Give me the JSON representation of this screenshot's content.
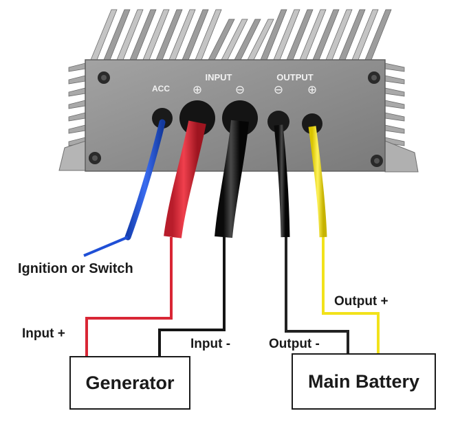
{
  "device": {
    "port_labels": {
      "acc": "ACC",
      "input": "INPUT",
      "output": "OUTPUT"
    },
    "polarity": {
      "input_pos": "⊕",
      "input_neg": "⊖",
      "output_neg": "⊖",
      "output_pos": "⊕"
    }
  },
  "wire_labels": {
    "ignition": "Ignition or Switch",
    "input_pos": "Input +",
    "input_neg": "Input -",
    "output_neg": "Output -",
    "output_pos": "Output +"
  },
  "boxes": {
    "generator": "Generator",
    "main_battery": "Main Battery"
  },
  "colors": {
    "acc_wire": "#1f4fd6",
    "input_pos_wire": "#d92635",
    "input_neg_wire": "#151515",
    "output_neg_wire": "#222222",
    "output_pos_wire": "#f2e21a",
    "housing": "#8c8c8c"
  }
}
